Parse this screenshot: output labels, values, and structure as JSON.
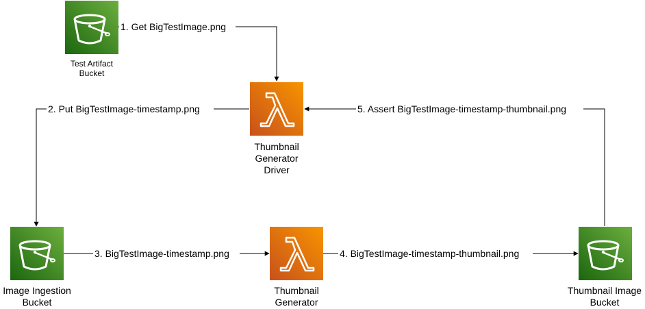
{
  "colors": {
    "s3_dark": "#1B660F",
    "s3_light": "#6CAE3E",
    "lambda_dark": "#C8511B",
    "lambda_light": "#F79400",
    "icon_stroke": "#FFFFFF",
    "edge": "#000000",
    "background": "#FFFFFF"
  },
  "icons": {
    "s3": "bucket-icon",
    "lambda": "lambda-icon"
  },
  "nodes": {
    "test_artifact_bucket": {
      "line1": "Test Artifact",
      "line2": "Bucket"
    },
    "driver": {
      "line1": "Thumbnail",
      "line2": "Generator",
      "line3": "Driver"
    },
    "ingestion_bucket": {
      "line1": "Image Ingestion",
      "line2": "Bucket"
    },
    "generator": {
      "line1": "Thumbnail",
      "line2": "Generator"
    },
    "thumbnail_bucket": {
      "line1": "Thumbnail Image",
      "line2": "Bucket"
    }
  },
  "edges": {
    "e1": "1. Get BigTestImage.png",
    "e2": "2. Put BigTestImage-timestamp.png",
    "e3": "3. BigTestImage-timestamp.png",
    "e4": "4. BigTestImage-timestamp-thumbnail.png",
    "e5": "5. Assert BigTestImage-timestamp-thumbnail.png"
  }
}
